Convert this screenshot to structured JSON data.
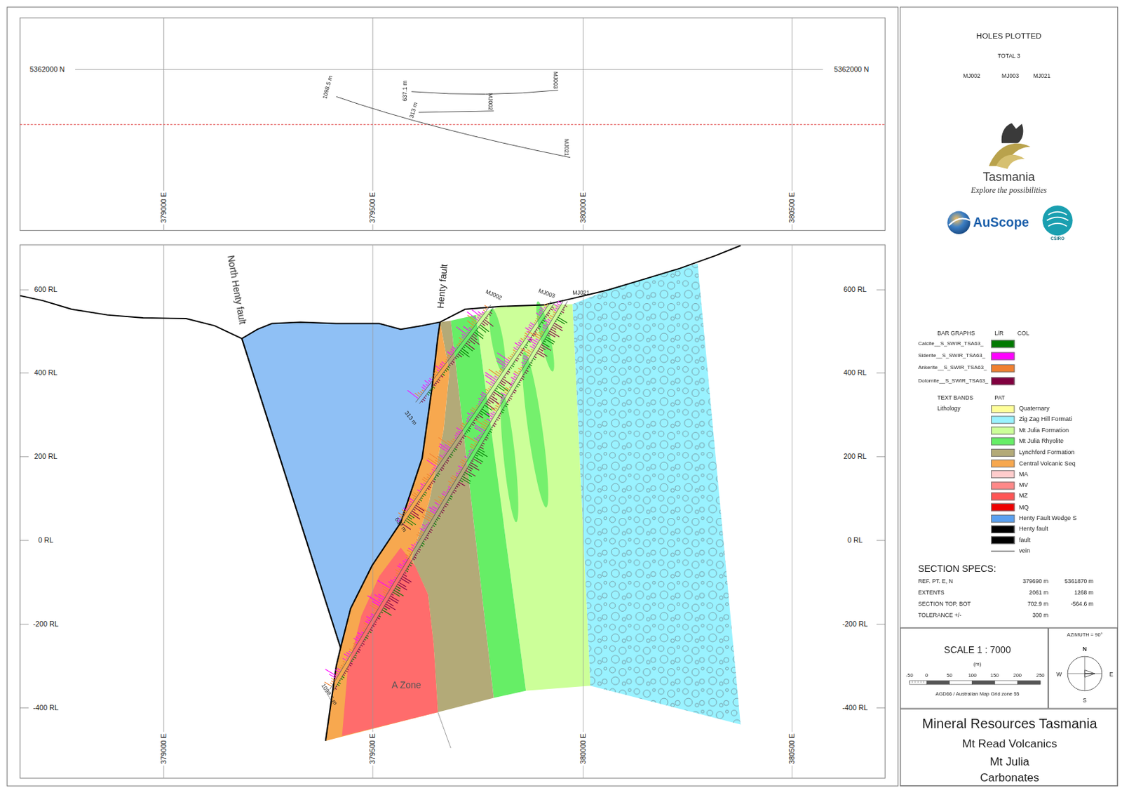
{
  "diagram": {
    "nodes": [
      {
        "text": [
          "SCALE 1 : 7000",
          "(m)",
          "-50",
          "0",
          "50",
          "100",
          "150",
          "200",
          "250",
          "AGD66 / Australian Map Grid zone 55"
        ]
      },
      {
        "text": [
          "AZIMUTH = 90°",
          "N",
          "W",
          "E",
          "S"
        ]
      },
      {
        "text": [
          "Mineral Resources Tasmania",
          "Mt Read Volcanics",
          "Mt Julia",
          "Carbonates"
        ]
      }
    ],
    "labels": [
      "5362000 N",
      "5362000 N",
      "379000 E",
      "379500 E",
      "380000 E",
      "380500 E",
      "1098.5 m",
      "637.1 m",
      "313 m",
      "MJ002",
      "MJ003",
      "MJ021",
      "North Henty fault",
      "Henty fault",
      "MJ002",
      "MJ003",
      "MJ021",
      "313 m",
      "637 m",
      "1098.5 m",
      "A Zone",
      "600 RL",
      "400 RL",
      "200 RL",
      "0 RL",
      "-200 RL",
      "-400 RL",
      "600 RL",
      "400 RL",
      "200 RL",
      "0 RL",
      "-200 RL",
      "-400 RL",
      "379000 E",
      "379500 E",
      "380000 E",
      "380500 E",
      "HOLES PLOTTED",
      "TOTAL 3",
      "MJ002",
      "MJ003",
      "MJ021",
      "Tasmania",
      "Explore the possibilities",
      "AuScope",
      "CSIRO",
      "BAR GRAPHS",
      "L/R",
      "COL",
      "TEXT BANDS",
      "PAT",
      "Lithology",
      "SECTION SPECS:",
      "REF. PT. E, N",
      "379690 m",
      "5361870 m",
      "EXTENTS",
      "2061 m",
      "1268 m",
      "SECTION TOP, BOT",
      "702.9 m",
      "-564.6 m",
      "TOLERANCE +/-",
      "300 m"
    ],
    "legend": [
      {
        "text": "Calcite__S_SWIR_TSA63_",
        "color": "#007a00"
      },
      {
        "text": "Siderite__S_SWIR_TSA63_",
        "color": "#ff00ff"
      },
      {
        "text": "Ankerite__S_SWIR_TSA63_",
        "color": "#f08030"
      },
      {
        "text": "Dolomite__S_SWIR_TSA63_",
        "color": "#800040"
      },
      {
        "text": "Quaternary",
        "color": "#ffff99"
      },
      {
        "text": "Zig Zag Hill Formati",
        "color": "#99f2ff"
      },
      {
        "text": "Mt Julia Formation",
        "color": "#ccff99"
      },
      {
        "text": "Mt Julia Rhyolite",
        "color": "#66ee66"
      },
      {
        "text": "Lynchford Formation",
        "color": "#b3aa78"
      },
      {
        "text": "Central Volcanic Seq",
        "color": "#f7a84f"
      },
      {
        "text": "MA",
        "color": "#ffcccc"
      },
      {
        "text": "MV",
        "color": "#ff8888"
      },
      {
        "text": "MZ",
        "color": "#ff5555"
      },
      {
        "text": "MQ",
        "color": "#ee0000"
      },
      {
        "text": "Henty Fault Wedge S",
        "color": "#5aa0f0"
      },
      {
        "text": "Henty fault",
        "color": "#000000"
      },
      {
        "text": "fault",
        "color": "#000000"
      },
      {
        "text": "vein"
      }
    ]
  }
}
